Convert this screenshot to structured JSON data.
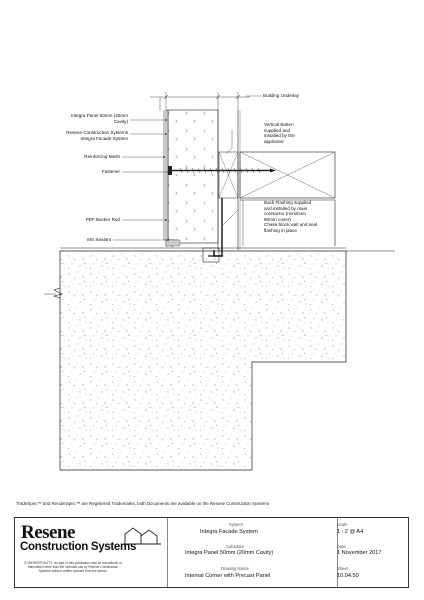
{
  "callouts": {
    "building_underlay": "Building Underlay",
    "integra_panel": "Integra Panel 50mm (20mm\nCavity)",
    "resene_systems": "Resene Construction Systems\nIntegra Facade System",
    "vertical_batten": "Vertical Batten\nsupplied and\ninstalled by the\napplicator",
    "reinforcing_mesh": "Reinforcing Mesh",
    "fastener": "Fastener",
    "back_flashing": "Back Flashing supplied\nand installed by main\ncontractor (minimum\n50mm cover)\nChase block wall and seal\nflashing in place",
    "pef_backer_rod": "PEF Backer Rod",
    "ms_sealant": "MS Sealant"
  },
  "trademark_note": "TradeSpec™ and RenderSpec™ are Registered Trademarks, both Documents are available on the Resene Construction Systems",
  "title_block": {
    "brand_line1": "Resene",
    "brand_line2": "Construction Systems",
    "confidentiality": "CONFIDENTIALITY: No part of this publication may be reproduced or transmitted other than the intended use by Resene Construction Systems without written consent from the author.",
    "system_label": "System",
    "system_value": "Integra Facade System",
    "substrate_label": "Substrate",
    "substrate_value": "Integra Panel 50mm (20mm Cavity)",
    "drawing_name_label": "Drawing Name",
    "drawing_name_value": "Internal Corner with Precast Panel",
    "scale_label": "Scale",
    "scale_value": "1 : 2 @ A4",
    "date_label": "Date",
    "date_value": "1 November 2017",
    "sheet_label": "Sheet",
    "sheet_value": "10.04.50"
  }
}
